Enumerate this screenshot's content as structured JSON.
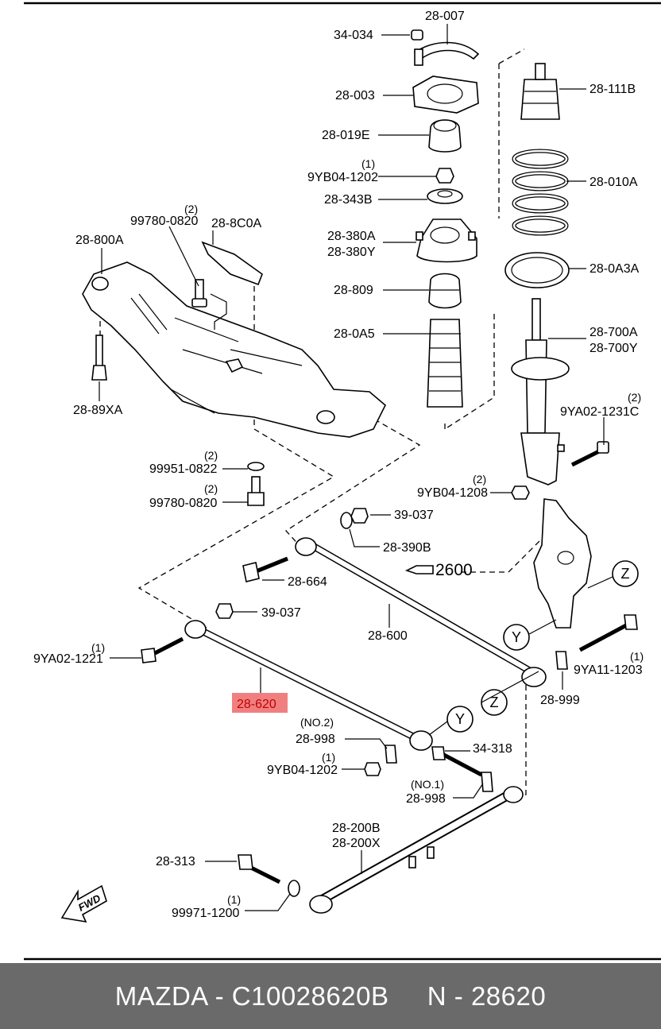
{
  "labels": {
    "p28_007": "28-007",
    "p34_034": "34-034",
    "p28_003": "28-003",
    "p28_019e": "28-019E",
    "q_yb04_1": "(1)",
    "p9yb04_1202_top": "9YB04-1202",
    "p28_343b": "28-343B",
    "p28_380a": "28-380A",
    "p28_380y": "28-380Y",
    "p28_809": "28-809",
    "p28_0a5": "28-0A5",
    "p28_111b": "28-111B",
    "p28_010a": "28-010A",
    "p28_0a3a": "28-0A3A",
    "p28_700a": "28-700A",
    "p28_700y": "28-700Y",
    "q_9ya02_1231c": "(2)",
    "p9ya02_1231c": "9YA02-1231C",
    "q_9yb04_1208": "(2)",
    "p9yb04_1208": "9YB04-1208",
    "q_99780_top": "(2)",
    "p99780_0820_top": "99780-0820",
    "p28_8c0a": "28-8C0A",
    "p28_800a": "28-800A",
    "p28_89xa": "28-89XA",
    "q_99951": "(2)",
    "p99951_0822": "99951-0822",
    "q_99780_bot": "(2)",
    "p99780_0820_bot": "99780-0820",
    "p39_037_a": "39-037",
    "p28_390b": "28-390B",
    "ref_2600": "2600",
    "p28_664": "28-664",
    "p39_037_b": "39-037",
    "p28_600": "28-600",
    "q_9ya02_1221": "(1)",
    "p9ya02_1221": "9YA02-1221",
    "p28_620": "28-620",
    "no2": "(NO.2)",
    "p28_998_a": "28-998",
    "q_9yb04_bot": "(1)",
    "p9yb04_1202_bot": "9YB04-1202",
    "p34_318": "34-318",
    "no1": "(NO.1)",
    "p28_998_b": "28-998",
    "p28_999": "28-999",
    "q_9ya11": "(1)",
    "p9ya11_1203": "9YA11-1203",
    "p28_200b": "28-200B",
    "p28_200x": "28-200X",
    "p28_313": "28-313",
    "q_99971": "(1)",
    "p99971_1200": "99971-1200",
    "fwd": "FWD",
    "circle_z": "Z",
    "circle_y": "Y"
  },
  "highlight": {
    "part": "28-620",
    "color": "#f08080"
  },
  "footer": {
    "brand": "MAZDA",
    "part_code": "C10028620B",
    "n_label": "N",
    "n_value": "28620",
    "text": "MAZDA - C10028620B     N - 28620"
  },
  "colors": {
    "footer_bg": "#6a6a6a",
    "footer_text": "#ffffff",
    "highlight": "#f08080"
  }
}
